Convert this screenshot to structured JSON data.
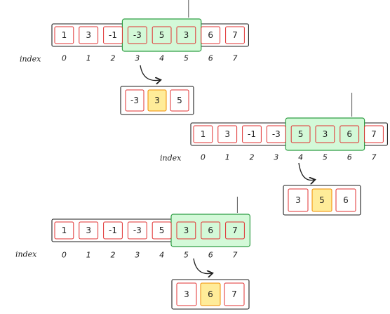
{
  "index_label": "index",
  "steps": [
    {
      "array": [
        "1",
        "3",
        "-1",
        "-3",
        "5",
        "3",
        "6",
        "7"
      ],
      "indices": [
        "0",
        "1",
        "2",
        "3",
        "4",
        "5",
        "6",
        "7"
      ],
      "window": [
        3,
        5
      ],
      "window_values": [
        "-3",
        "3",
        "5"
      ],
      "max_position": 1
    },
    {
      "array": [
        "1",
        "3",
        "-1",
        "-3",
        "5",
        "3",
        "6",
        "7"
      ],
      "indices": [
        "0",
        "1",
        "2",
        "3",
        "4",
        "5",
        "6",
        "7"
      ],
      "window": [
        4,
        6
      ],
      "window_values": [
        "3",
        "5",
        "6"
      ],
      "max_position": 1
    },
    {
      "array": [
        "1",
        "3",
        "-1",
        "-3",
        "5",
        "3",
        "6",
        "7"
      ],
      "indices": [
        "0",
        "1",
        "2",
        "3",
        "4",
        "5",
        "6",
        "7"
      ],
      "window": [
        5,
        7
      ],
      "window_values": [
        "3",
        "6",
        "7"
      ],
      "max_position": 1
    }
  ],
  "colors": {
    "cell_border": "#e03131",
    "outer_border": "#1e1e1e",
    "window_fill": "#d3f9d8",
    "window_border": "#2f9e44",
    "highlight_fill": "#ffec99",
    "highlight_border": "#f08c00"
  }
}
